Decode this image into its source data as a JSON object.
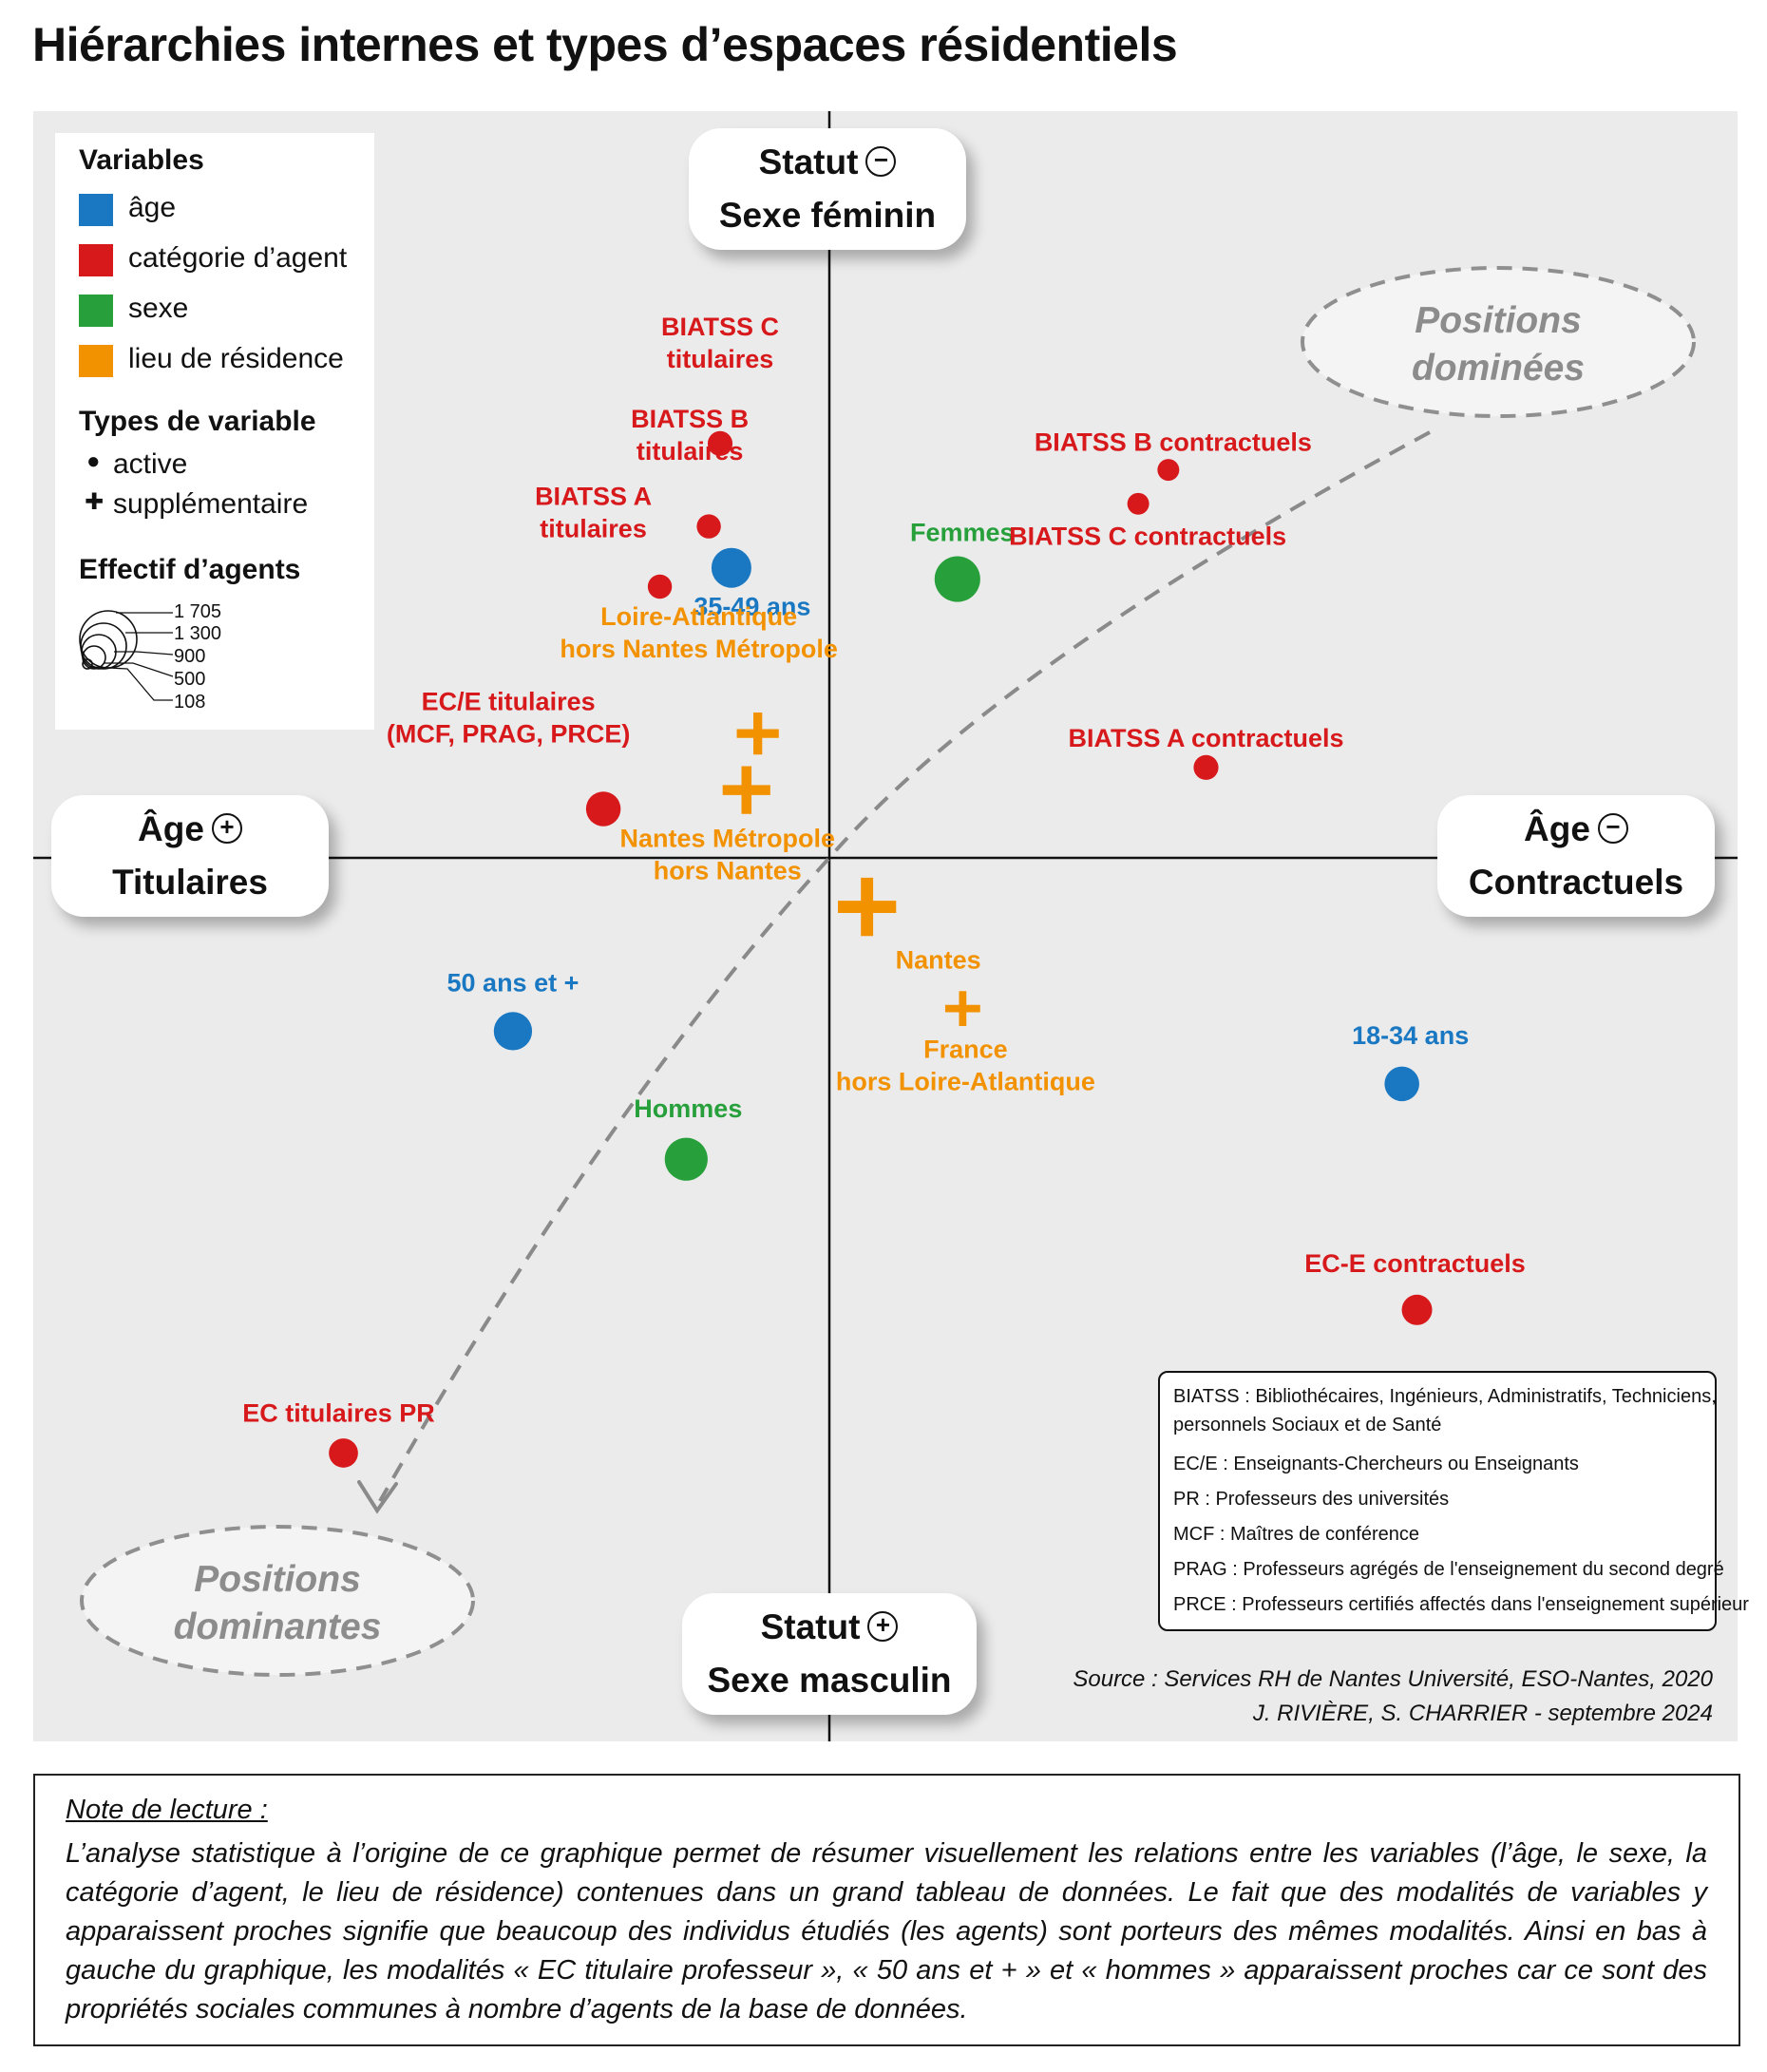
{
  "title": "Hiérarchies internes et types d’espaces résidentiels",
  "legend": {
    "variables_title": "Variables",
    "variables": [
      {
        "label": "âge",
        "color": "#1a78c2"
      },
      {
        "label": "catégorie d’agent",
        "color": "#d7191c"
      },
      {
        "label": "sexe",
        "color": "#27a03c"
      },
      {
        "label": "lieu de résidence",
        "color": "#f39200"
      }
    ],
    "types_title": "Types de variable",
    "types": [
      {
        "symbol": "●",
        "label": "active"
      },
      {
        "symbol": "✚",
        "label": "supplémentaire"
      }
    ],
    "effectif_title": "Effectif d’agents",
    "effectif_values": [
      "1 705",
      "1 300",
      "900",
      "500",
      "108"
    ]
  },
  "axes": {
    "top": {
      "line1": "Statut",
      "sign": "−",
      "line2": "Sexe féminin"
    },
    "bottom": {
      "line1": "Statut",
      "sign": "+",
      "line2": "Sexe masculin"
    },
    "left": {
      "line1": "Âge",
      "sign": "+",
      "line2": "Titulaires"
    },
    "right": {
      "line1": "Âge",
      "sign": "−",
      "line2": "Contractuels"
    }
  },
  "positions": {
    "dominated": [
      "Positions",
      "dominées"
    ],
    "dominant": [
      "Positions",
      "dominantes"
    ]
  },
  "chart_data": {
    "type": "scatter",
    "title": "Hiérarchies internes et types d’espaces résidentiels",
    "x_range": [
      -1,
      1
    ],
    "y_range": [
      -1,
      1
    ],
    "grid": false,
    "points": [
      {
        "label": [
          "BIATSS C",
          "titulaires"
        ],
        "variable": "catégorie d’agent",
        "kind": "active",
        "x": -0.145,
        "y": 0.55,
        "n": 200
      },
      {
        "label": [
          "BIATSS B",
          "titulaires"
        ],
        "variable": "catégorie d’agent",
        "kind": "active",
        "x": -0.16,
        "y": 0.44,
        "n": 180
      },
      {
        "label": [
          "BIATSS A",
          "titulaires"
        ],
        "variable": "catégorie d’agent",
        "kind": "active",
        "x": -0.225,
        "y": 0.36,
        "n": 180
      },
      {
        "label": [
          "35-49 ans"
        ],
        "variable": "âge",
        "kind": "active",
        "x": -0.13,
        "y": 0.385,
        "n": 900
      },
      {
        "label": [
          "Femmes"
        ],
        "variable": "sexe",
        "kind": "active",
        "x": 0.17,
        "y": 0.37,
        "n": 1300
      },
      {
        "label": [
          "BIATSS B contractuels"
        ],
        "variable": "catégorie d’agent",
        "kind": "active",
        "x": 0.45,
        "y": 0.515,
        "n": 120
      },
      {
        "label": [
          "BIATSS C contractuels"
        ],
        "variable": "catégorie d’agent",
        "kind": "active",
        "x": 0.41,
        "y": 0.47,
        "n": 120
      },
      {
        "label": [
          "BIATSS A contractuels"
        ],
        "variable": "catégorie d’agent",
        "kind": "active",
        "x": 0.5,
        "y": 0.12,
        "n": 200
      },
      {
        "label": [
          "Loire-Atlantique",
          "hors Nantes Métropole"
        ],
        "variable": "lieu de résidence",
        "kind": "supplementary",
        "x": -0.095,
        "y": 0.165,
        "n": 700
      },
      {
        "label": [
          "EC/E titulaires",
          "(MCF, PRAG, PRCE)"
        ],
        "variable": "catégorie d’agent",
        "kind": "active",
        "x": -0.3,
        "y": 0.065,
        "n": 600
      },
      {
        "label": [
          "Nantes Métropole",
          "hors Nantes"
        ],
        "variable": "lieu de résidence",
        "kind": "supplementary",
        "x": -0.11,
        "y": 0.09,
        "n": 1000
      },
      {
        "label": [
          "Nantes"
        ],
        "variable": "lieu de résidence",
        "kind": "supplementary",
        "x": 0.05,
        "y": -0.065,
        "n": 1705
      },
      {
        "label": [
          "France",
          "hors Loire-Atlantique"
        ],
        "variable": "lieu de résidence",
        "kind": "supplementary",
        "x": 0.177,
        "y": -0.2,
        "n": 400
      },
      {
        "label": [
          "50 ans et +"
        ],
        "variable": "âge",
        "kind": "active",
        "x": -0.42,
        "y": -0.23,
        "n": 800
      },
      {
        "label": [
          "Hommes"
        ],
        "variable": "sexe",
        "kind": "active",
        "x": -0.19,
        "y": -0.4,
        "n": 1100
      },
      {
        "label": [
          "18-34 ans"
        ],
        "variable": "âge",
        "kind": "active",
        "x": 0.76,
        "y": -0.3,
        "n": 600
      },
      {
        "label": [
          "EC-E contractuels"
        ],
        "variable": "catégorie d’agent",
        "kind": "active",
        "x": 0.78,
        "y": -0.6,
        "n": 400
      },
      {
        "label": [
          "EC titulaires PR"
        ],
        "variable": "catégorie d’agent",
        "kind": "active",
        "x": -0.645,
        "y": -0.79,
        "n": 350
      }
    ]
  },
  "glossary": [
    "BIATSS : Bibliothécaires, Ingénieurs, Administratifs, Techniciens,",
    "personnels Sociaux et de Santé",
    "EC/E : Enseignants-Chercheurs ou Enseignants",
    "PR : Professeurs des universités",
    "MCF : Maîtres de conférence",
    "PRAG : Professeurs agrégés de l'enseignement du second degré",
    "PRCE : Professeurs certifiés affectés dans l'enseignement supérieur"
  ],
  "source": {
    "line1": "Source : Services RH de Nantes Université, ESO-Nantes, 2020",
    "line2": "J. RIVIÈRE, S. CHARRIER - septembre 2024"
  },
  "note": {
    "heading": "Note de lecture :",
    "body": "L’analyse statistique à l’origine de ce graphique permet de résumer visuellement les relations entre les variables (l’âge, le sexe, la catégorie d’agent, le lieu de résidence) contenues dans un grand tableau de données. Le fait que des modalités de variables y apparaissent proches signifie que beaucoup des individus étudiés (les agents) sont porteurs des mêmes modalités. Ainsi en bas à gauche du graphique, les modalités « EC titulaire professeur », « 50 ans et + » et « hommes » apparaissent proches car ce sont des propriétés sociales communes à nombre d’agents de la base de données."
  }
}
